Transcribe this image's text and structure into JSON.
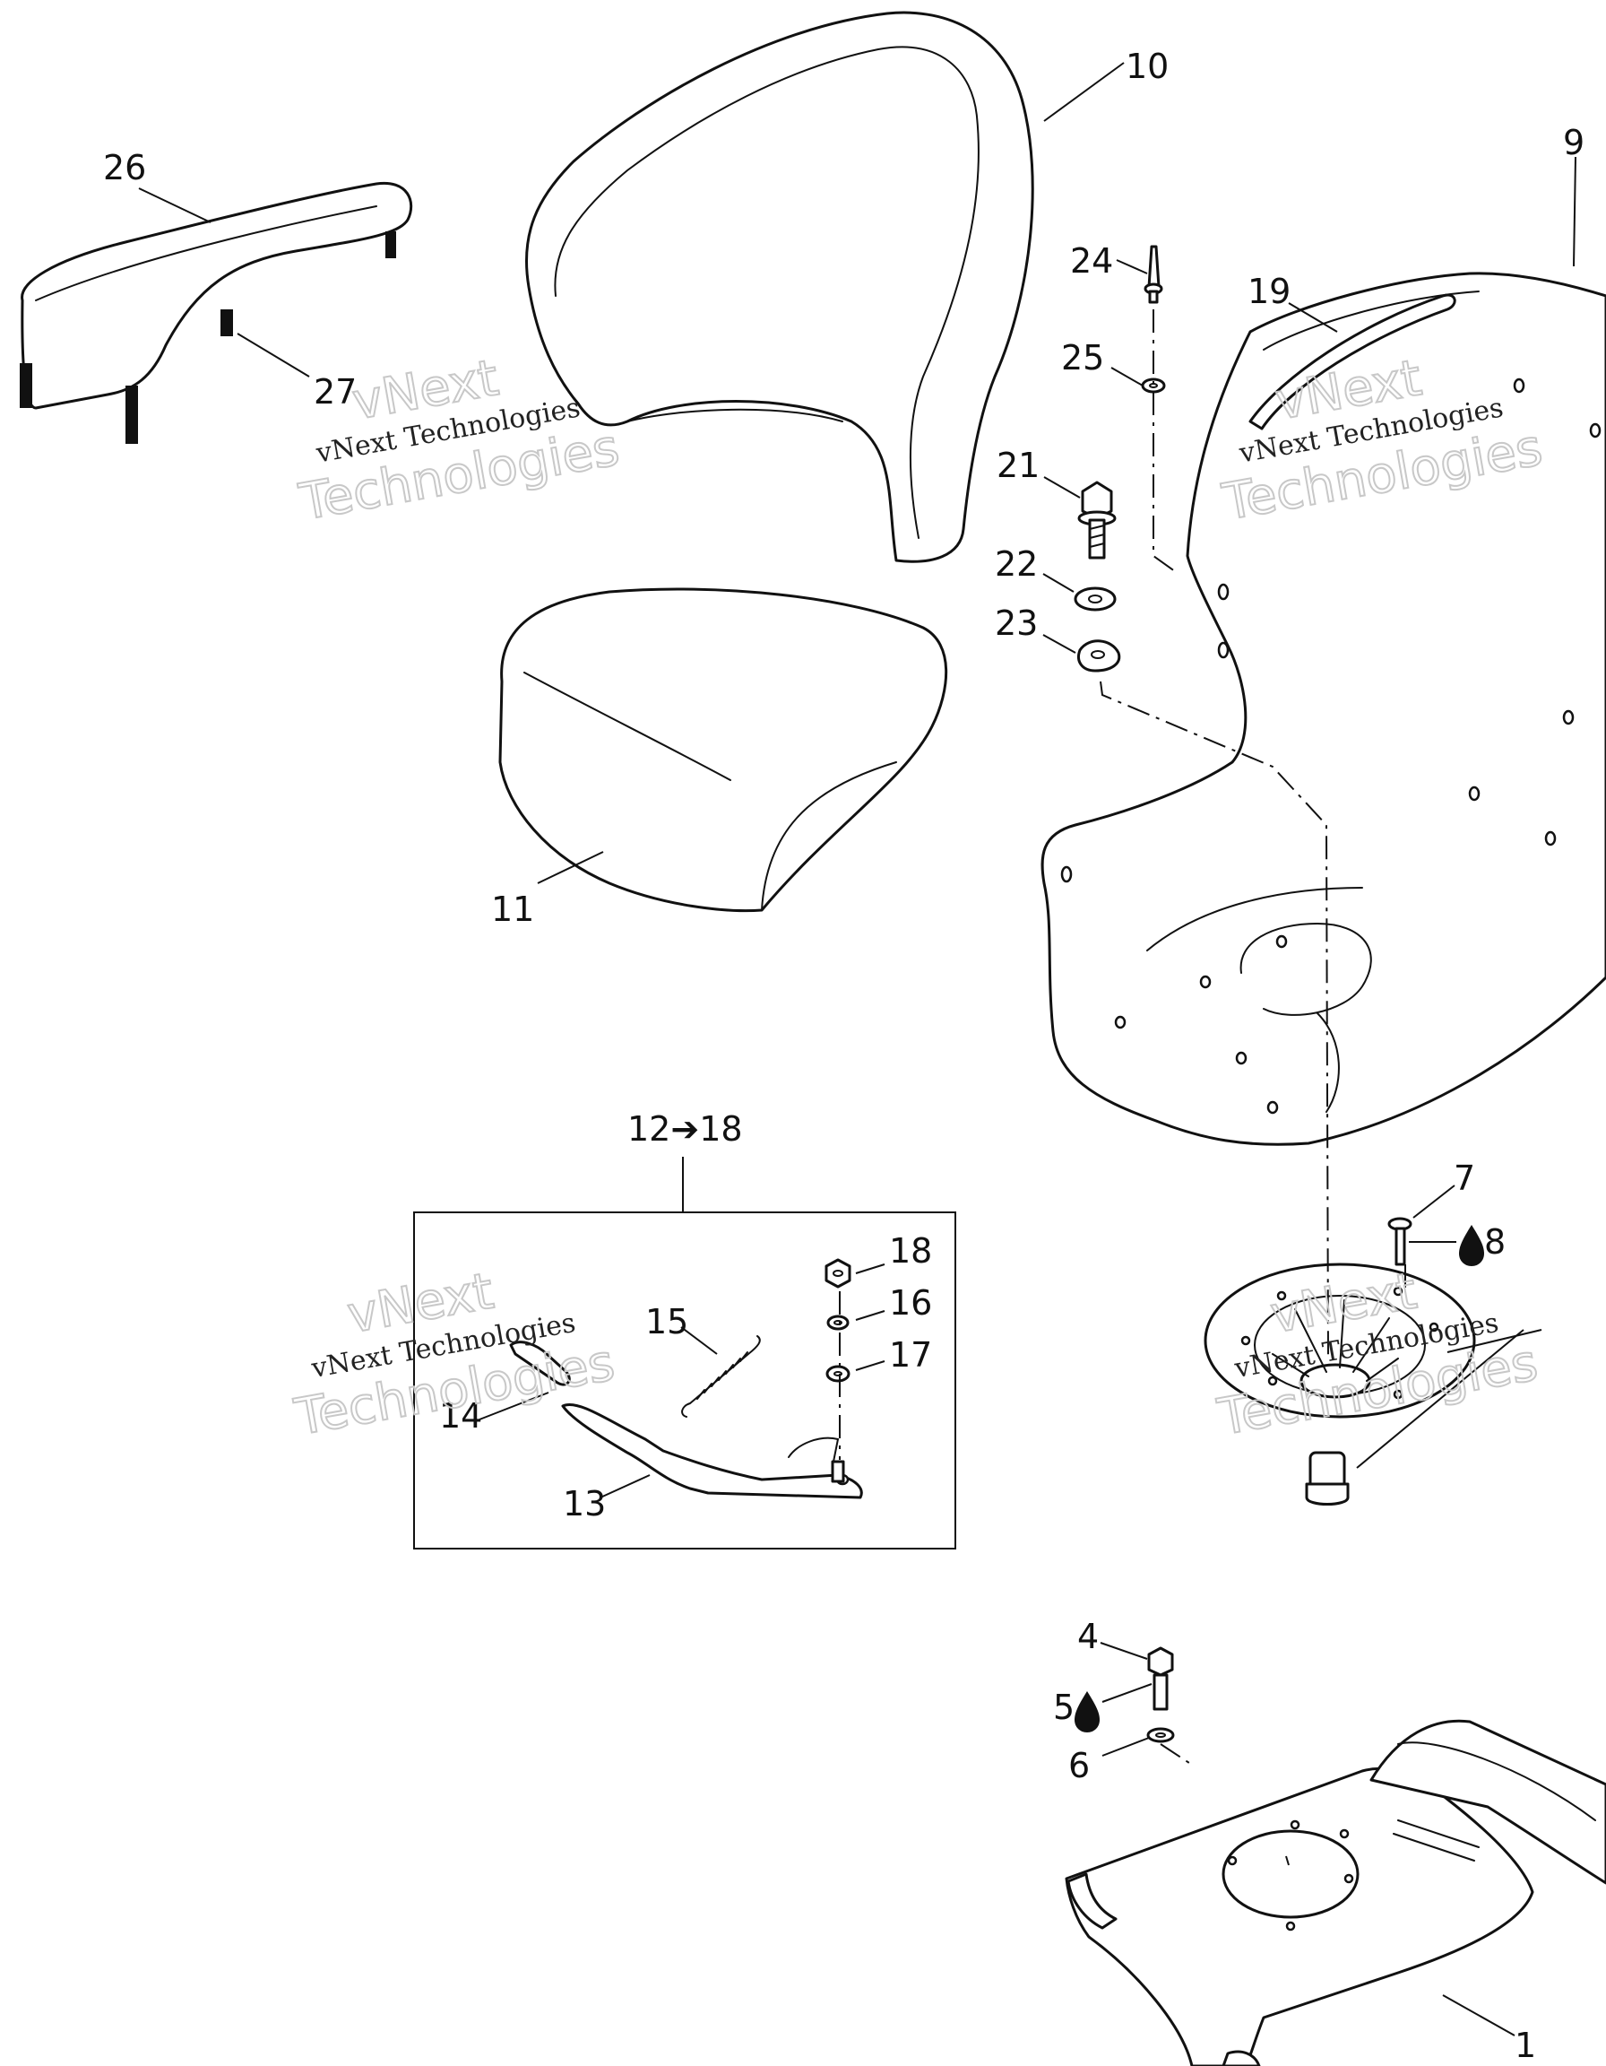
{
  "callouts": {
    "c1": "1",
    "c4": "4",
    "c5": "5",
    "c6": "6",
    "c7": "7",
    "c8": "8",
    "c9": "9",
    "c10": "10",
    "c11": "11",
    "c12_18": "12➔18",
    "c13": "13",
    "c14": "14",
    "c15": "15",
    "c16": "16",
    "c17": "17",
    "c18": "18",
    "c19": "19",
    "c21": "21",
    "c22": "22",
    "c23": "23",
    "c24": "24",
    "c25": "25",
    "c26": "26",
    "c27": "27"
  },
  "watermark": {
    "line_small": "vNext Technologies",
    "word_top": "vNext",
    "word_bottom": "Technologies"
  },
  "icons": {
    "adhesive_drop": "drop-icon"
  }
}
